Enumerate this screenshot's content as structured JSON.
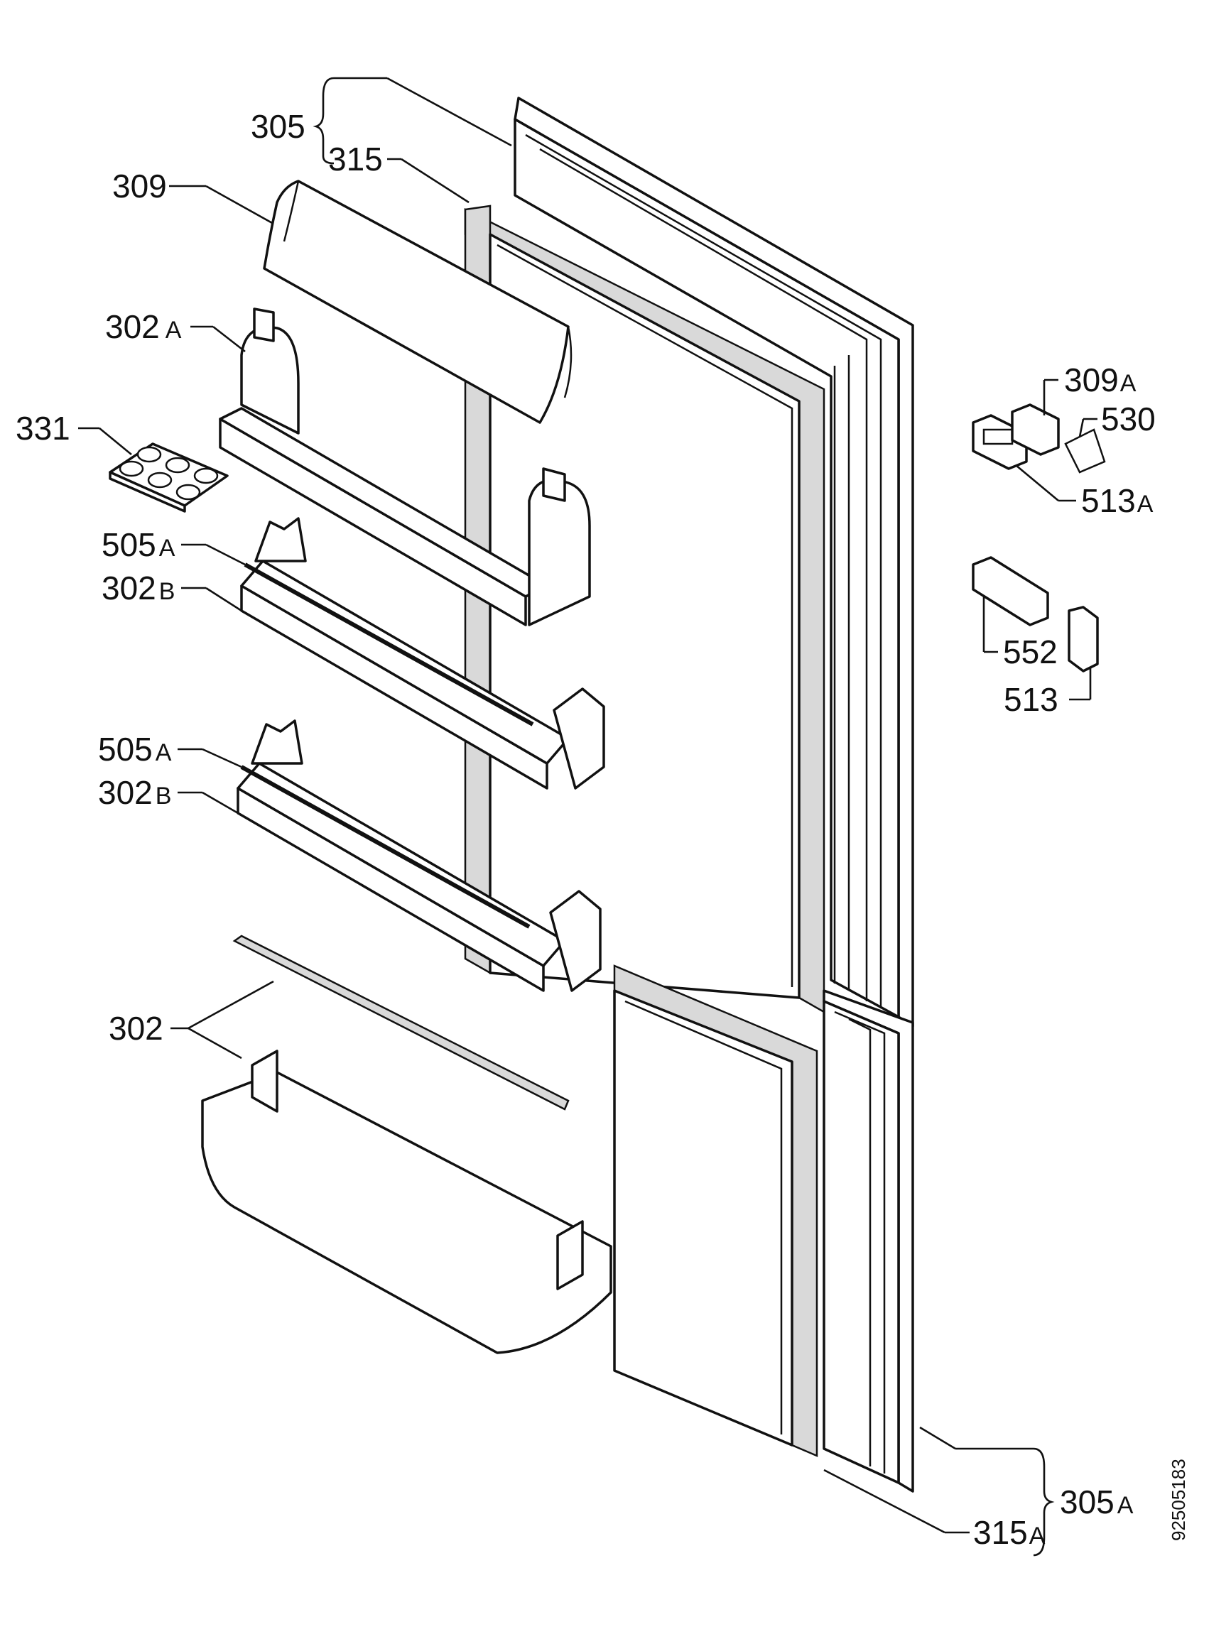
{
  "labels": {
    "l305": "305",
    "l315": "315",
    "l309": "309",
    "l302a_num": "302",
    "l302a_suf": "A",
    "l331": "331",
    "l505a1_num": "505",
    "l505a1_suf": "A",
    "l302b1_num": "302",
    "l302b1_suf": "B",
    "l505a2_num": "505",
    "l505a2_suf": "A",
    "l302b2_num": "302",
    "l302b2_suf": "B",
    "l302": "302",
    "l309a_num": "309",
    "l309a_suf": "A",
    "l530": "530",
    "l513a_num": "513",
    "l513a_suf": "A",
    "l552": "552",
    "l513": "513",
    "l305a_num": "305",
    "l305a_suf": "A",
    "l315a_num": "315",
    "l315a_suf": "A"
  },
  "doc_id": "92505183",
  "colors": {
    "line": "#111111",
    "background": "#ffffff",
    "gasket": "#d9d9d9"
  }
}
